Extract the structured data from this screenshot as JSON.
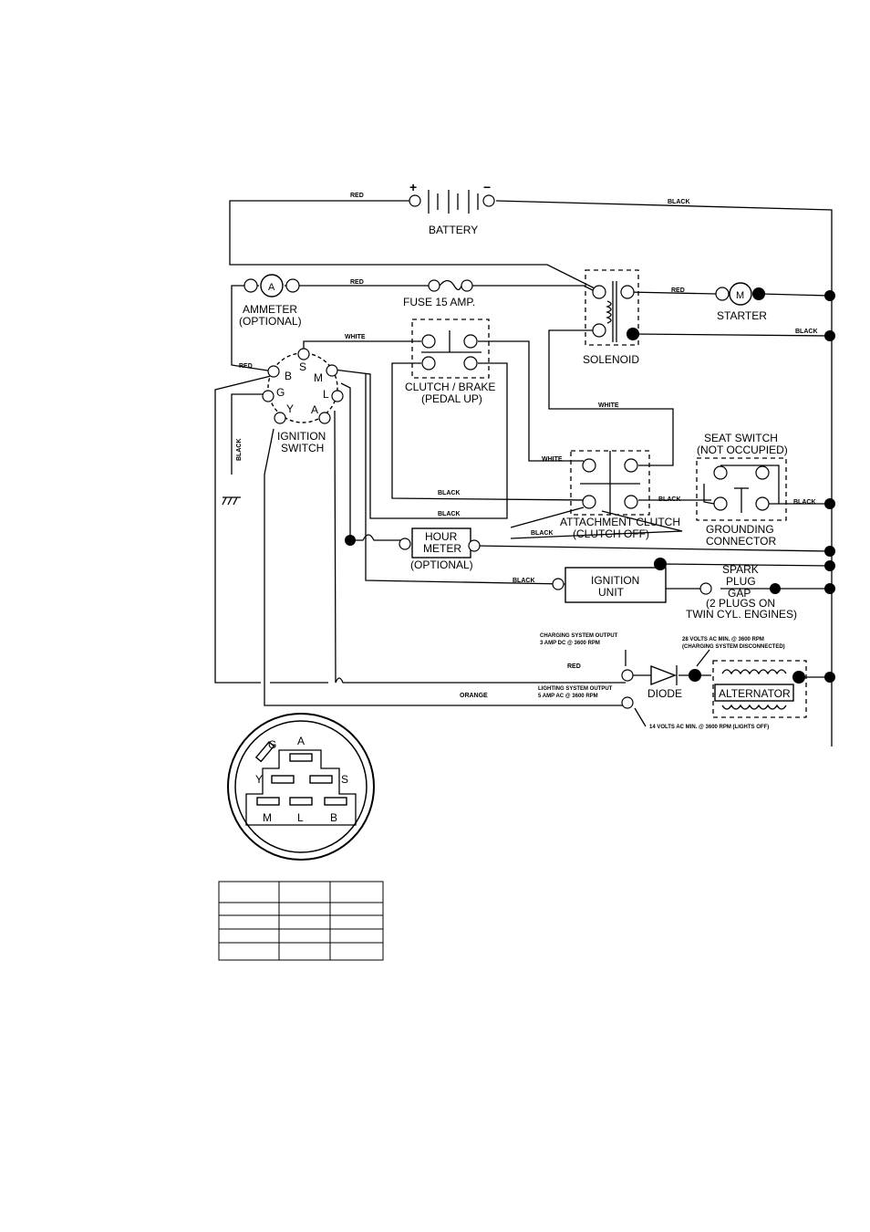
{
  "components": {
    "battery": "BATTERY",
    "ammeter_symbol": "A",
    "ammeter": [
      "AMMETER",
      "(OPTIONAL)"
    ],
    "fuse": "FUSE 15 AMP.",
    "starter_symbol": "M",
    "starter": "STARTER",
    "solenoid": "SOLENOID",
    "clutch_brake": [
      "CLUTCH / BRAKE",
      "(PEDAL UP)"
    ],
    "ignition_switch": [
      "IGNITION",
      "SWITCH"
    ],
    "seat_switch": [
      "SEAT SWITCH",
      "(NOT OCCUPIED)"
    ],
    "grounding_connector": [
      "GROUNDING",
      "CONNECTOR"
    ],
    "attachment_clutch": [
      "ATTACHMENT CLUTCH",
      "(CLUTCH OFF)"
    ],
    "hour_meter": [
      "HOUR",
      "METER",
      "(OPTIONAL)"
    ],
    "ignition_unit": [
      "IGNITION",
      "UNIT"
    ],
    "spark_plug": [
      "SPARK",
      "PLUG",
      "GAP",
      "(2 PLUGS ON",
      "TWIN CYL. ENGINES)"
    ],
    "diode": "DIODE",
    "alternator": "ALTERNATOR"
  },
  "wire_colors": {
    "red_top": "RED",
    "black_top": "BLACK",
    "red_ammeter": "RED",
    "red_starter": "RED",
    "black_solenoid": "BLACK",
    "white_ign": "WHITE",
    "red_ign": "RED",
    "black_ground": "BLACK",
    "white_solenoid": "WHITE",
    "white_attach": "WHITE",
    "black_attach_1": "BLACK",
    "black_attach_2": "BLACK",
    "black_attach_3": "BLACK",
    "black_seat_left": "BLACK",
    "black_seat_right": "BLACK",
    "black_ign_unit": "BLACK",
    "red_charging": "RED",
    "orange_lighting": "ORANGE"
  },
  "terminals": {
    "ignition": {
      "B": "B",
      "S": "S",
      "M": "M",
      "G": "G",
      "L": "L",
      "Y": "Y",
      "A": "A"
    },
    "battery_plus": "+",
    "battery_minus": "−"
  },
  "notes": {
    "charging_output": [
      "CHARGING SYSTEM OUTPUT",
      "3 AMP DC @ 3600 RPM"
    ],
    "volts_28": [
      "28 VOLTS AC MIN. @ 3600 RPM",
      "(CHARGING SYSTEM DISCONNECTED)"
    ],
    "lighting_output": [
      "LIGHTING SYSTEM OUTPUT",
      "5 AMP AC @ 3600 RPM"
    ],
    "volts_14": "14 VOLTS AC MIN. @ 3600 RPM (LIGHTS OFF)"
  },
  "switch_face": {
    "A": "A",
    "G": "G",
    "Y": "Y",
    "S": "S",
    "M": "M",
    "L": "L",
    "B": "B"
  },
  "table": {
    "rows": [
      [
        "",
        "",
        ""
      ],
      [
        "",
        "",
        ""
      ],
      [
        "",
        "",
        ""
      ],
      [
        "",
        "",
        ""
      ],
      [
        "",
        "",
        ""
      ]
    ]
  }
}
